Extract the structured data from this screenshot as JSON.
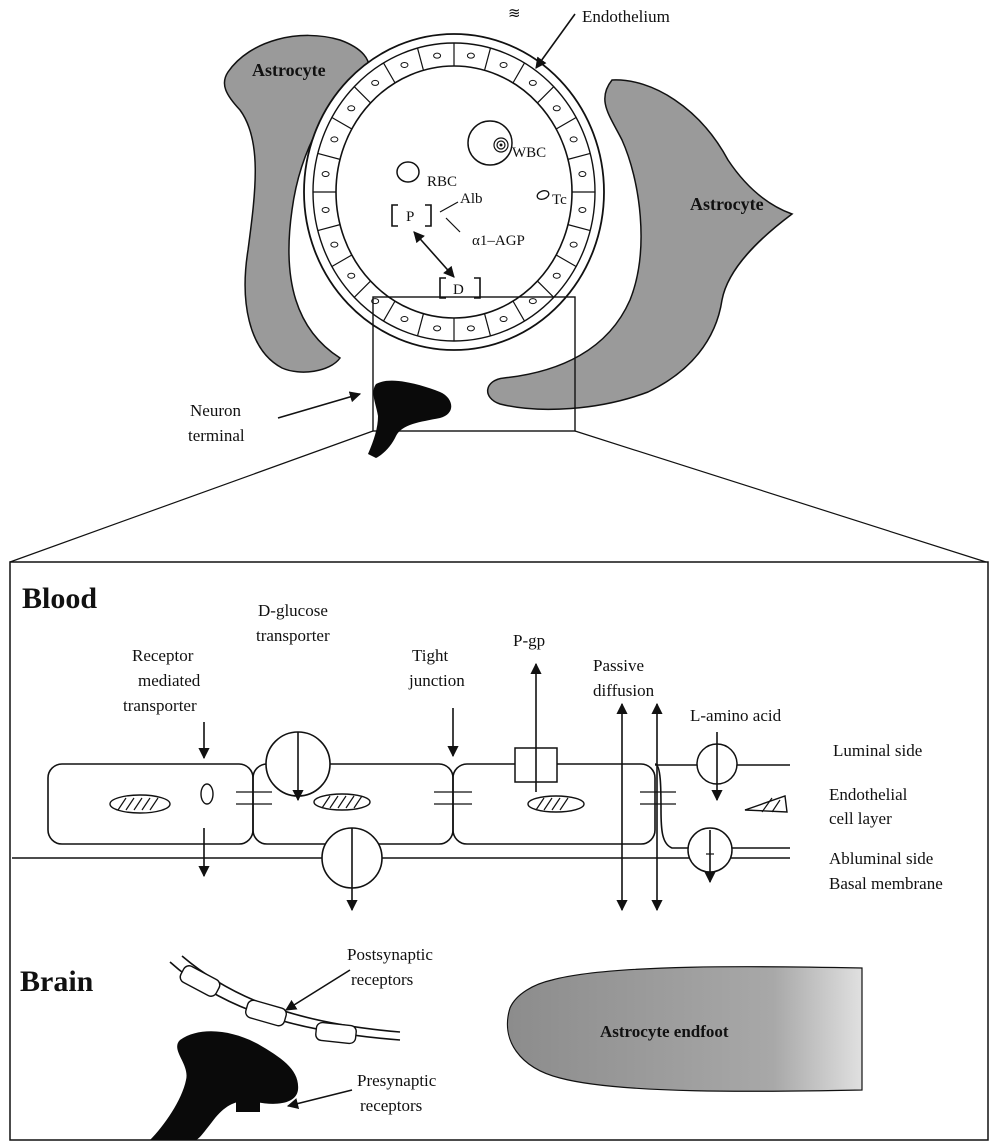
{
  "colors": {
    "astrocyte": "#9a9a9a",
    "ink": "#111111",
    "neuron": "#0a0a0a"
  },
  "top": {
    "astrocyte_left": "Astrocyte",
    "astrocyte_right": "Astrocyte",
    "endothelium": "Endothelium",
    "wbc": "WBC",
    "rbc": "RBC",
    "alb": "Alb",
    "tc": "Tc",
    "p_box": "P",
    "agp": "α1–AGP",
    "d_box": "D",
    "neuron_line1": "Neuron",
    "neuron_line2": "terminal"
  },
  "bottom": {
    "blood": "Blood",
    "brain": "Brain",
    "dglucose_line1": "D-glucose",
    "dglucose_line2": "transporter",
    "receptor_line1": "Receptor",
    "receptor_line2": "mediated",
    "receptor_line3": "transporter",
    "tight_line1": "Tight",
    "tight_line2": "junction",
    "pgp": "P-gp",
    "passive_line1": "Passive",
    "passive_line2": "diffusion",
    "lamino": "L-amino acid",
    "luminal": "Luminal side",
    "endothelial_line1": "Endothelial",
    "endothelial_line2": "cell layer",
    "abluminal": "Abluminal side",
    "basal": "Basal membrane",
    "postsyn_line1": "Postsynaptic",
    "postsyn_line2": "receptors",
    "astro_endfoot": "Astrocyte endfoot",
    "presyn_line1": "Presynaptic",
    "presyn_line2": "receptors"
  }
}
